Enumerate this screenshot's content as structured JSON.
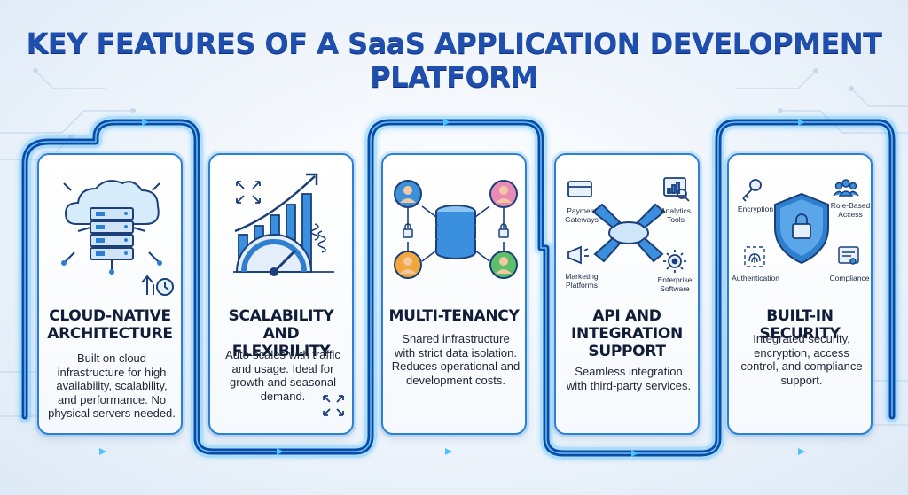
{
  "title": "KEY FEATURES OF A SaaS APPLICATION DEVELOPMENT PLATFORM",
  "colors": {
    "title": "#1f4fae",
    "accent": "#2a80d6",
    "track": "#0c4aa6",
    "glow": "#39b6ff"
  },
  "cards": [
    {
      "title_lines": [
        "CLOUD-NATIVE",
        "ARCHITECTURE"
      ],
      "desc_lines": [
        "Built on cloud",
        "infrastructure for high",
        "availability, scalability,",
        "and performance. No",
        "physical servers needed."
      ],
      "icons": [
        "cloud-server-icon",
        "scale-up-icon"
      ]
    },
    {
      "title_lines": [
        "SCALABILITY AND",
        "FLEXIBILITY"
      ],
      "desc_lines": [
        "Auto-scales with traffic",
        "and usage. Ideal for",
        "growth and seasonal",
        "demand."
      ],
      "icons": [
        "growth-chart-icon",
        "gauge-icon",
        "expand-icon"
      ]
    },
    {
      "title_lines": [
        "MULTI-TENANCY"
      ],
      "desc_lines": [
        "Shared infrastructure",
        "with strict data isolation.",
        "Reduces operational and",
        "development costs."
      ],
      "icons": [
        "database-icon",
        "user-avatar-icon",
        "lock-icon"
      ]
    },
    {
      "title_lines": [
        "API AND",
        "INTEGRATION",
        "SUPPORT"
      ],
      "desc_lines": [
        "Seamless integration",
        "with third-party services."
      ],
      "icons": [
        "api-hub-icon",
        "payment-card-icon",
        "analytics-icon",
        "megaphone-icon",
        "gear-icon"
      ],
      "labels": {
        "payment": [
          "Payment",
          "Gateways"
        ],
        "analytics": [
          "Analytics",
          "Tools"
        ],
        "marketing": [
          "Marketing",
          "Platforms"
        ],
        "enterprise": [
          "Enterprise",
          "Software"
        ]
      }
    },
    {
      "title_lines": [
        "BUILT-IN SECURITY"
      ],
      "desc_lines": [
        "Integrated security,",
        "encryption, access",
        "control, and compliance",
        "support."
      ],
      "icons": [
        "shield-lock-icon",
        "key-icon",
        "users-icon",
        "fingerprint-icon",
        "certificate-icon"
      ],
      "labels": {
        "encryption": "Encryption",
        "role": [
          "Role-Based",
          "Access"
        ],
        "auth": "Authentication",
        "compliance": "Compliance"
      }
    }
  ]
}
